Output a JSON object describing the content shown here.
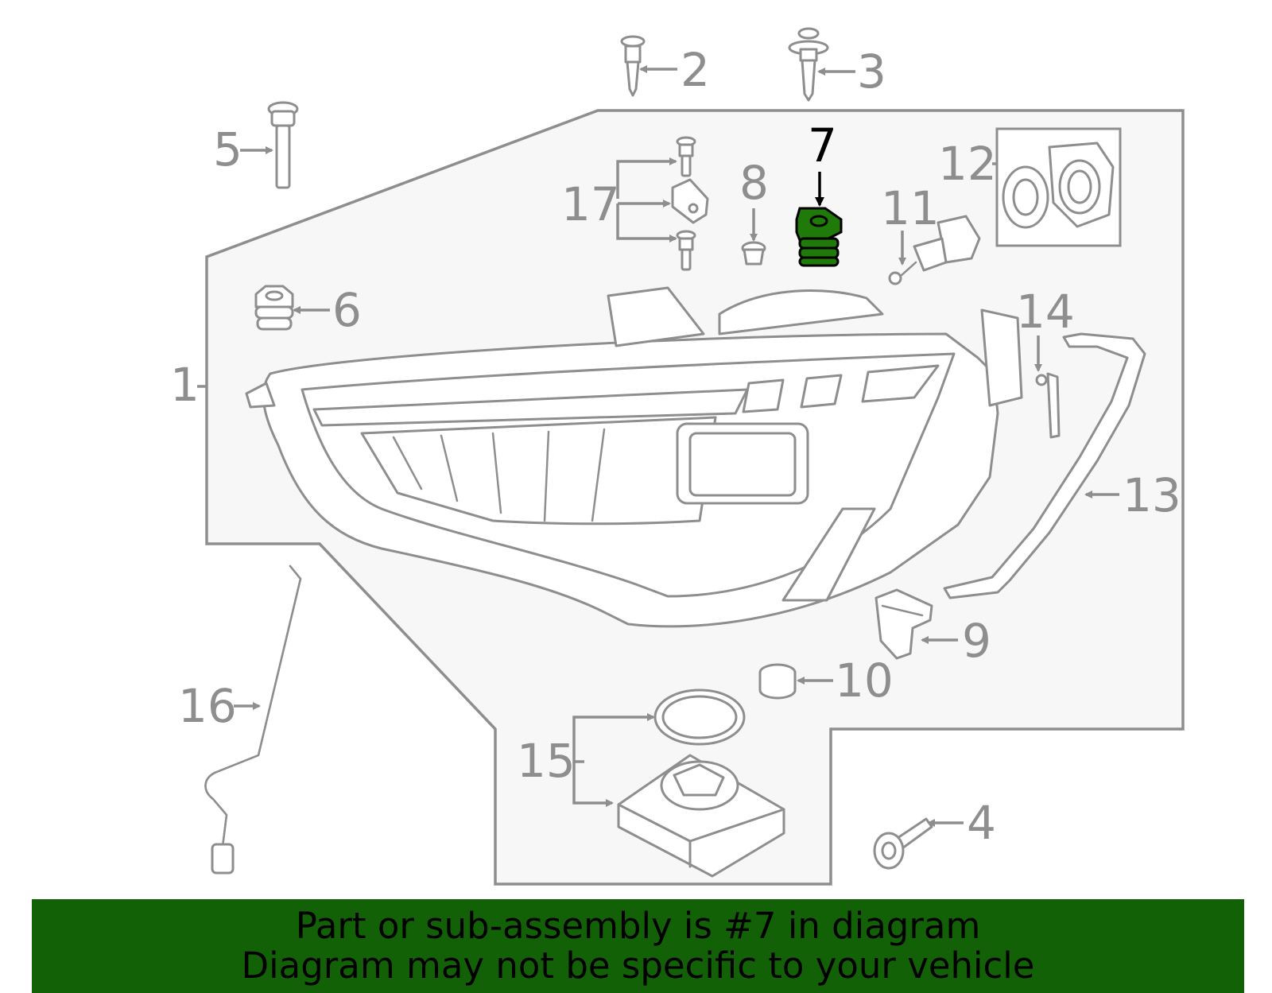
{
  "callouts": {
    "c1": "1",
    "c2": "2",
    "c3": "3",
    "c4": "4",
    "c5": "5",
    "c6": "6",
    "c7": "7",
    "c8": "8",
    "c9": "9",
    "c10": "10",
    "c11": "11",
    "c12": "12",
    "c13": "13",
    "c14": "14",
    "c15": "15",
    "c16": "16",
    "c17": "17"
  },
  "highlighted_part": "7",
  "banner": {
    "line1": "Part or sub-assembly is #7 in diagram",
    "line2": "Diagram may not be specific to your vehicle"
  },
  "colors": {
    "banner_bg": "#136106",
    "highlight_fill": "#1f7a0a",
    "line_gray": "#8e8e8e",
    "panel_fill": "#f7f7f7"
  }
}
